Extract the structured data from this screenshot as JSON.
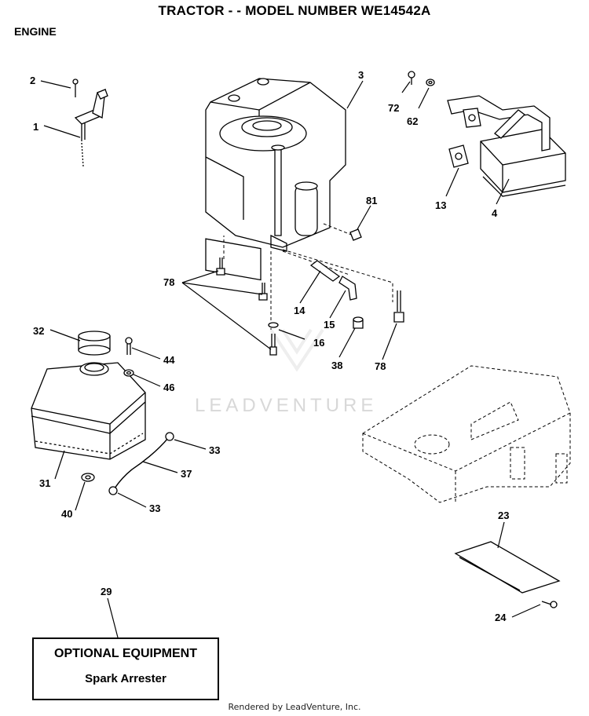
{
  "header": {
    "title": "TRACTOR - - MODEL NUMBER WE14542A",
    "section": "ENGINE"
  },
  "callouts": {
    "p1": "1",
    "p2": "2",
    "p3": "3",
    "p4": "4",
    "p13": "13",
    "p14": "14",
    "p15": "15",
    "p16": "16",
    "p23": "23",
    "p24": "24",
    "p29": "29",
    "p31": "31",
    "p32": "32",
    "p33a": "33",
    "p33b": "33",
    "p37": "37",
    "p38": "38",
    "p40": "40",
    "p44": "44",
    "p46": "46",
    "p62": "62",
    "p72": "72",
    "p78a": "78",
    "p78b": "78",
    "p81": "81"
  },
  "optional_equipment": {
    "title": "OPTIONAL EQUIPMENT",
    "item": "Spark Arrester"
  },
  "watermark": "LEADVENTURE",
  "footer": "Rendered by LeadVenture, Inc."
}
